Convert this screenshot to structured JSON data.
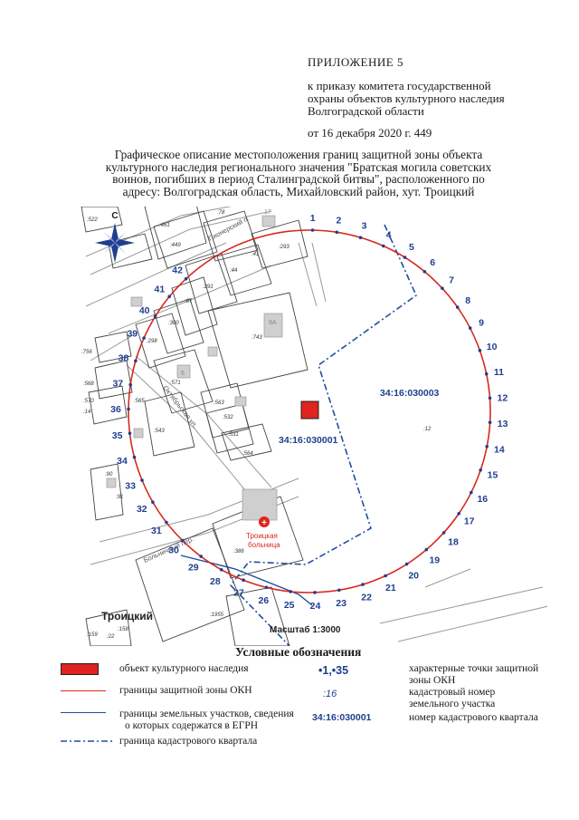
{
  "header": {
    "title": "ПРИЛОЖЕНИЕ 5",
    "order_lines": [
      "к  приказу  комитета  государственной",
      "охраны объектов культурного наследия",
      "Волгоградской области"
    ],
    "date_line": "от 16 декабря 2020 г.  449"
  },
  "description_lines": [
    "Графическое описание местоположения границ защитной зоны объекта",
    "культурного наследия регионального значения \"Братская могила советских",
    "воинов, погибших в период Сталинградской битвы\", расположенного по",
    "адресу: Волгоградская область, Михайловский район, хут. Троицкий"
  ],
  "map": {
    "compass_letter": "С",
    "cadastral_quarters": [
      "34:16:030003",
      "34:16:030001"
    ],
    "parcel_labels": [
      ":522",
      ":461",
      ":449",
      ":78",
      ":293",
      ":41",
      ":44",
      ":291",
      ":67",
      ":300",
      ":298",
      ":743",
      ":756",
      ":568",
      ":570",
      ":14",
      ":565",
      ":571",
      ":563",
      ":532",
      ":531",
      ":543",
      ":564",
      ":12",
      ":90",
      ":91",
      ":386",
      ":1955",
      ":158",
      ":159",
      ":22"
    ],
    "building_numbers": [
      "9А",
      "6",
      "17"
    ],
    "street_labels": [
      "Пионерский п.",
      "Октябрьская ул.",
      "Больничный пер."
    ],
    "hospital_label": [
      "Троицкая",
      "больница"
    ],
    "village_label": "Троицкий",
    "scale_label": "Масштаб 1:3000",
    "points": [
      "1",
      "2",
      "3",
      "4",
      "5",
      "6",
      "7",
      "8",
      "9",
      "10",
      "11",
      "12",
      "13",
      "14",
      "15",
      "16",
      "17",
      "18",
      "19",
      "20",
      "21",
      "22",
      "23",
      "24",
      "25",
      "26",
      "27",
      "28",
      "29",
      "30",
      "31",
      "32",
      "33",
      "34",
      "35",
      "36",
      "37",
      "38",
      "39",
      "40",
      "41",
      "42"
    ],
    "colors": {
      "zone_boundary": "#d8281e",
      "point_labels": "#1f3f8e",
      "parcel_lines": "#1e4fa0",
      "heritage_object": "#e0231e"
    }
  },
  "legend": {
    "title": "Условные обозначения",
    "items": [
      {
        "symbol": "red-square",
        "text": "объект культурного наследия"
      },
      {
        "symbol": "red-line",
        "text": "границы защитной зоны ОКН"
      },
      {
        "symbol": "blue-line",
        "text_lines": [
          "границы земельных участков, сведения",
          "о которых содержатся в  ЕГРН"
        ]
      },
      {
        "symbol": "blue-dash-dot-line",
        "text": "граница кадастрового квартала"
      }
    ],
    "right_items": [
      {
        "sample": "•1,•35",
        "text_lines": [
          "характерные точки защитной",
          "зоны ОКН"
        ]
      },
      {
        "sample": ":16",
        "text_lines": [
          "кадастровый номер",
          "земельного участка"
        ]
      },
      {
        "sample": "34:16:030001",
        "text": "номер кадастрового квартала"
      }
    ]
  }
}
